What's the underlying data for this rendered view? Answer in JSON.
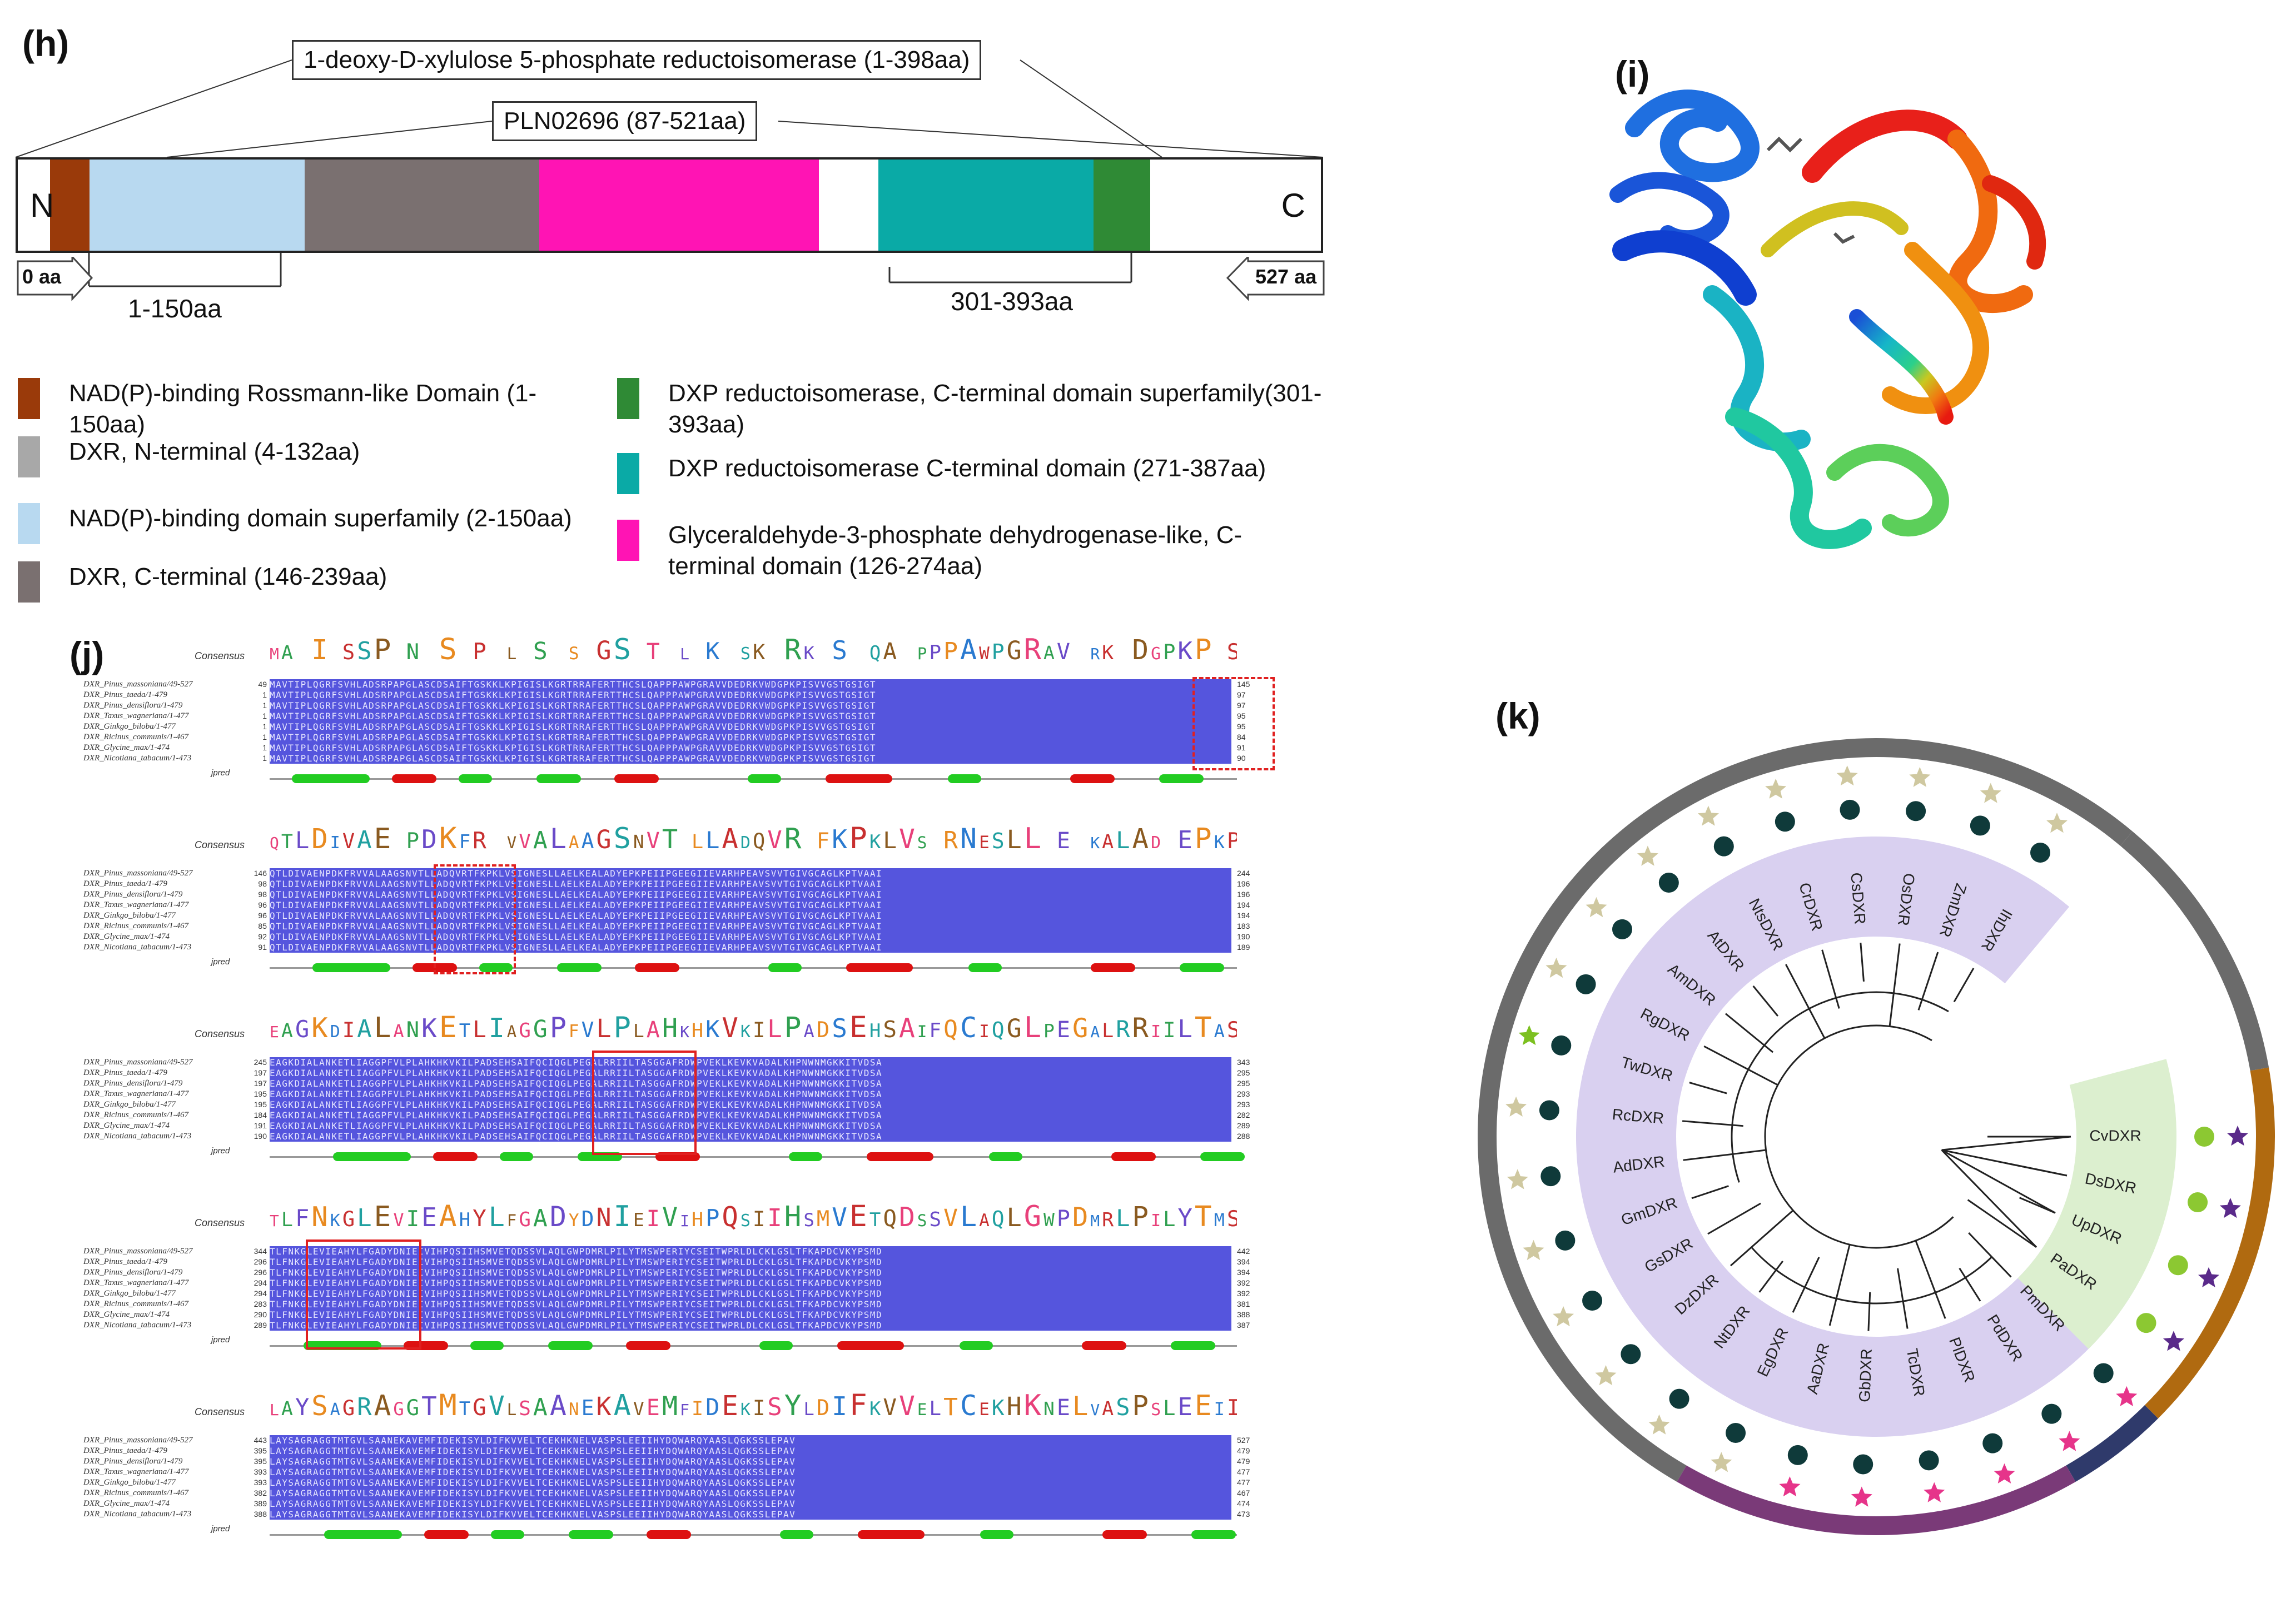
{
  "panels": {
    "h": "(h)",
    "i": "(i)",
    "j": "(j)",
    "k": "(k)"
  },
  "panel_h": {
    "top_label": "1-deoxy-D-xylulose 5-phosphate reductoisomerase (1-398aa)",
    "second_label": "PLN02696 (87-521aa)",
    "n_label": "N",
    "c_label": "C",
    "start_arrow": "0 aa",
    "end_arrow": "527 aa",
    "range_left": "1-150aa",
    "range_right": "301-393aa",
    "domains": [
      {
        "name": "rossmann",
        "color": "#9a3a0a",
        "start": 13,
        "end": 29
      },
      {
        "name": "nadp-superfamily",
        "color": "#b8d9f0",
        "start": 29,
        "end": 116
      },
      {
        "name": "dxr-n-terminal",
        "color": "#a8a8a8",
        "start": 41,
        "end": 88
      },
      {
        "name": "dxr-c-terminal",
        "color": "#7a7070",
        "start": 109,
        "end": 211
      },
      {
        "name": "gapdh-like",
        "color": "#ff14b4",
        "start": 211,
        "end": 324
      },
      {
        "name": "dxp-c-terminal-domain",
        "color": "#0aaaa6",
        "start": 348,
        "end": 435
      },
      {
        "name": "dxp-superfamily",
        "color": "#2f8a35",
        "start": 435,
        "end": 458
      }
    ],
    "legend": [
      {
        "color": "#9a3a0a",
        "label": "NAD(P)-binding Rossmann-like Domain (1-150aa)"
      },
      {
        "color": "#a8a8a8",
        "label": "DXR, N-terminal (4-132aa)"
      },
      {
        "color": "#b8d9f0",
        "label": "NAD(P)-binding domain superfamily (2-150aa)"
      },
      {
        "color": "#7a7070",
        "label": "DXR, C-terminal (146-239aa)"
      },
      {
        "color": "#2f8a35",
        "label": "DXP reductoisomerase, C-terminal domain superfamily(301-393aa)"
      },
      {
        "color": "#0aaaa6",
        "label": "DXP reductoisomerase C-terminal domain (271-387aa)"
      },
      {
        "color": "#ff14b4",
        "label": "Glyceraldehyde-3-phosphate dehydrogenase-like, C-terminal domain (126-274aa)"
      }
    ]
  },
  "panel_j": {
    "consensus_title": "Consensus",
    "pred_label": "jpred",
    "sequence_names": [
      "DXR_Pinus_massoniana/49-527",
      "DXR_Pinus_taeda/1-479",
      "DXR_Pinus_densiflora/1-479",
      "DXR_Taxus_wagneriana/1-477",
      "DXR_Ginkgo_biloba/1-477",
      "DXR_Ricinus_communis/1-467",
      "DXR_Glycine_max/1-474",
      "DXR_Nicotiana_tabacum/1-473"
    ],
    "blocks": [
      {
        "consensus": "MA I SSP N S P L S S GS T L K SK RK S QA PPPAWPGRAV RK DGPKP S GSTGSIGT",
        "starts": [
          "49",
          "1",
          "1",
          "1",
          "1",
          "1",
          "1",
          "1"
        ],
        "ends": [
          "145",
          "97",
          "97",
          "95",
          "95",
          "84",
          "91",
          "90"
        ],
        "seq": "MAVTIPLQGRFSVHLADSRPAPGLASCDSAIFTGSKKLKPIGISLKGRTRRAFERTTHCSLQAPPPAWPGRAVVDEDRKVWDGPKPISVVGSTGSIGT"
      },
      {
        "consensus": "QTLDIVAE PDKFR VVALAAGSNVT LLADQVR FKPKLVS RNESLL E KALAD EPKPEI FGEEGI EVARHPEAVSVVTGIVGCAGLKPTVAAI",
        "starts": [
          "146",
          "98",
          "98",
          "96",
          "96",
          "85",
          "92",
          "91"
        ],
        "ends": [
          "244",
          "196",
          "196",
          "194",
          "194",
          "183",
          "190",
          "189"
        ],
        "seq": "QTLDIVAENPDKFRVVALAAGSNVTLLADQVRTFKPKLVSIGNESLLAELKEALADYEPKPEIIPGEEGIIEVARHPEAVSVVTGIVGCAGLKPTVAAI"
      },
      {
        "consensus": "EAGKDIALANKETLIAGGPFVLPLAHKHKVKILPADSEHSAIFQCIQGLPEGALRRIILTASGGAFRDWPVEKLKEVKVADALKHPNWNMGKKITVDSA",
        "starts": [
          "245",
          "197",
          "197",
          "195",
          "195",
          "184",
          "191",
          "190"
        ],
        "ends": [
          "343",
          "295",
          "295",
          "293",
          "293",
          "282",
          "289",
          "288"
        ],
        "seq": "EAGKDIALANKETLIAGGPFVLPLAHKHKVKILPADSEHSAIFQCIQGLPEGALRRIILTASGGAFRDWPVEKLKEVKVADALKHPNWNMGKKITVDSA"
      },
      {
        "consensus": "TLFNKGLEVIEAHYLFGADYDNIEIVIHPQSIIHSMVETQDSSVLAQLGWPDMRLPILYTMSWPERIYCSEITWPRLDLCKLGSLTFKAPDCVKYPSMD",
        "starts": [
          "344",
          "296",
          "296",
          "294",
          "294",
          "283",
          "290",
          "289"
        ],
        "ends": [
          "442",
          "394",
          "394",
          "392",
          "392",
          "381",
          "388",
          "387"
        ],
        "seq": "TLFNKGLEVIEAHYLFGADYDNIEIVIHPQSIIHSMVETQDSSVLAQLGWPDMRLPILYTMSWPERIYCSEITWPRLDLCKLGSLTFKAPDCVKYPSMD"
      },
      {
        "consensus": "LAYSAGRAGGTMTGVLSAANEKAVEMFIDEKISYLDIFKVVELTCEKHKNELVASPSLEEIIHYDQWARQYAASLQ SS LEPAV",
        "starts": [
          "443",
          "395",
          "395",
          "393",
          "393",
          "382",
          "389",
          "388"
        ],
        "ends": [
          "527",
          "479",
          "479",
          "477",
          "477",
          "467",
          "474",
          "473"
        ],
        "seq": "LAYSAGRAGGTMTGVLSAANEKAVEMFIDEKISYLDIFKVVELTCEKHKNELVASPSLEEIIHYDQWARQYAASLQGKSSLEPAV"
      }
    ]
  },
  "panel_k": {
    "leaves": [
      "CvDXR",
      "DsDXR",
      "UpDXR",
      "PaDXR",
      "PmDXR",
      "PdDXR",
      "PlDXR",
      "TcDXR",
      "GbDXR",
      "AaDXR",
      "EgDXR",
      "NtDXR",
      "DzDXR",
      "GsDXR",
      "GmDXR",
      "AdDXR",
      "RcDXR",
      "TwDXR",
      "RgDXR",
      "AmDXR",
      "AtDXR",
      "NtsDXR",
      "CrDXR",
      "CsDXR",
      "OsDXR",
      "ZmDXR",
      "IhDXR"
    ],
    "colors": {
      "lavender": "#d9d0f0",
      "green_band": "#dcefcf",
      "outer_gray": "#6b6b6b",
      "outer_brown": "#b06a10",
      "outer_navy": "#2f3a6b",
      "outer_purple": "#7a3a78",
      "dot_dark": "#0f3a3a",
      "dot_green": "#8cc832",
      "star_tan": "#cfc8a0",
      "star_pink": "#e6348a",
      "star_purple": "#5a2a8a",
      "star_green": "#7cc020"
    }
  }
}
